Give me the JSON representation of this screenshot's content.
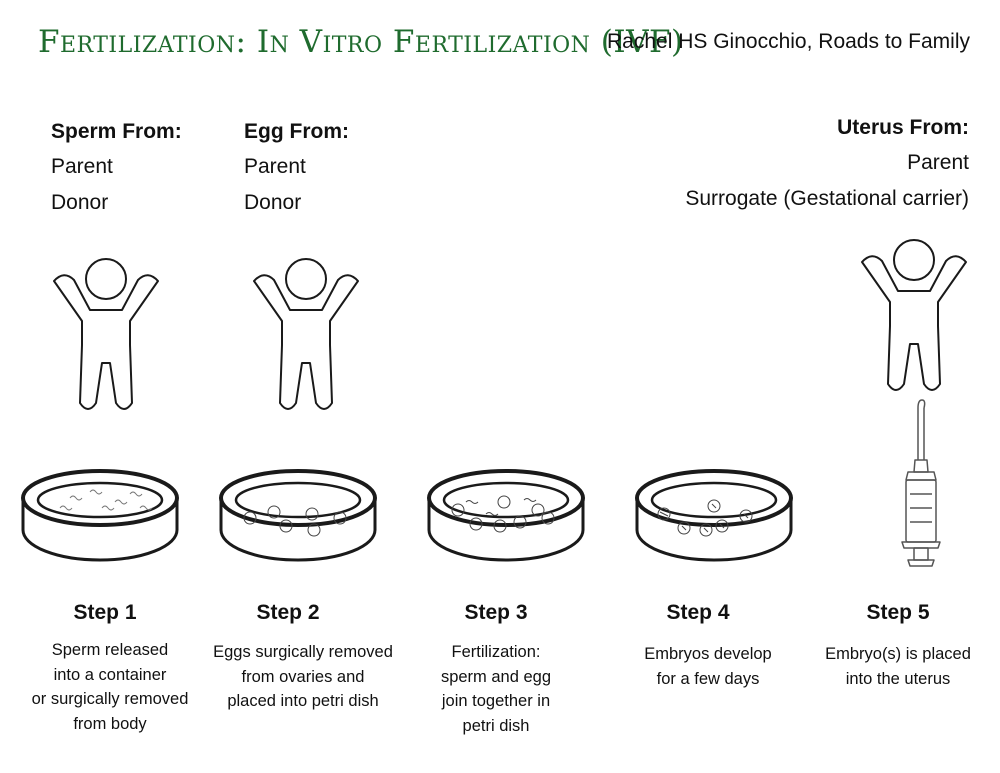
{
  "title": "Fertilization: In Vitro Fertilization (IVF)",
  "credit": "Rachel HS Ginocchio, Roads to Family",
  "sources": [
    {
      "heading": "Sperm From:",
      "options": [
        "Parent",
        "Donor"
      ]
    },
    {
      "heading": "Egg From:",
      "options": [
        "Parent",
        "Donor"
      ]
    },
    {
      "heading": "Uterus From:",
      "options": [
        "Parent",
        "Surrogate (Gestational carrier)"
      ]
    }
  ],
  "steps": [
    {
      "label": "Step 1",
      "lines": [
        "Sperm released",
        "into a container",
        "or surgically removed",
        "from body"
      ]
    },
    {
      "label": "Step 2",
      "lines": [
        "Eggs surgically removed",
        "from ovaries and",
        "placed into petri dish"
      ]
    },
    {
      "label": "Step 3",
      "lines": [
        "Fertilization:",
        "sperm and egg",
        "join together in",
        "petri dish"
      ]
    },
    {
      "label": "Step 4",
      "lines": [
        "Embryos develop",
        "for a few days"
      ]
    },
    {
      "label": "Step 5",
      "lines": [
        "Embryo(s) is placed",
        "into the uterus"
      ]
    }
  ],
  "colors": {
    "title": "#1f6b2e",
    "text": "#111111",
    "outline": "#1a1a1a"
  },
  "icons": [
    "person-icon",
    "petri-dish-icon",
    "syringe-icon"
  ]
}
